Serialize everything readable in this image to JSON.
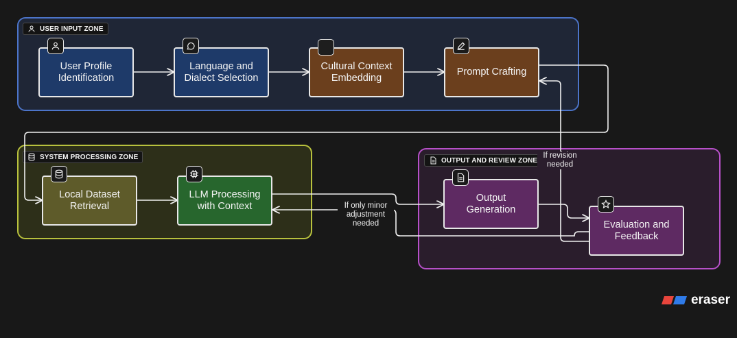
{
  "zones": {
    "user": {
      "label": "USER INPUT ZONE",
      "icon": "user-icon"
    },
    "system": {
      "label": "SYSTEM PROCESSING ZONE",
      "icon": "database-icon"
    },
    "output": {
      "label": "OUTPUT AND REVIEW ZONE",
      "icon": "document-icon"
    }
  },
  "nodes": {
    "user_profile": {
      "label": "User Profile\nIdentification",
      "icon": "user-icon",
      "color": "#1e3a69"
    },
    "language": {
      "label": "Language and\nDialect Selection",
      "icon": "chat-bubble-icon",
      "color": "#1e3a69"
    },
    "cultural": {
      "label": "Cultural Context\nEmbedding",
      "icon": "black-square-icon",
      "color": "#6b3f1d"
    },
    "prompt": {
      "label": "Prompt Crafting",
      "icon": "pencil-icon",
      "color": "#6b3f1d"
    },
    "dataset": {
      "label": "Local Dataset\nRetrieval",
      "icon": "database-icon",
      "color": "#5e5b2a"
    },
    "llm": {
      "label": "LLM Processing\nwith Context",
      "icon": "chip-icon",
      "color": "#27662d"
    },
    "output_gen": {
      "label": "Output\nGeneration",
      "icon": "document-icon",
      "color": "#5e2a62"
    },
    "evaluation": {
      "label": "Evaluation and\nFeedback",
      "icon": "star-icon",
      "color": "#5e2a62"
    }
  },
  "edge_labels": {
    "revision": "If revision\nneeded",
    "minor": "If only minor\nadjustment\nneeded"
  },
  "brand": {
    "name": "eraser"
  }
}
